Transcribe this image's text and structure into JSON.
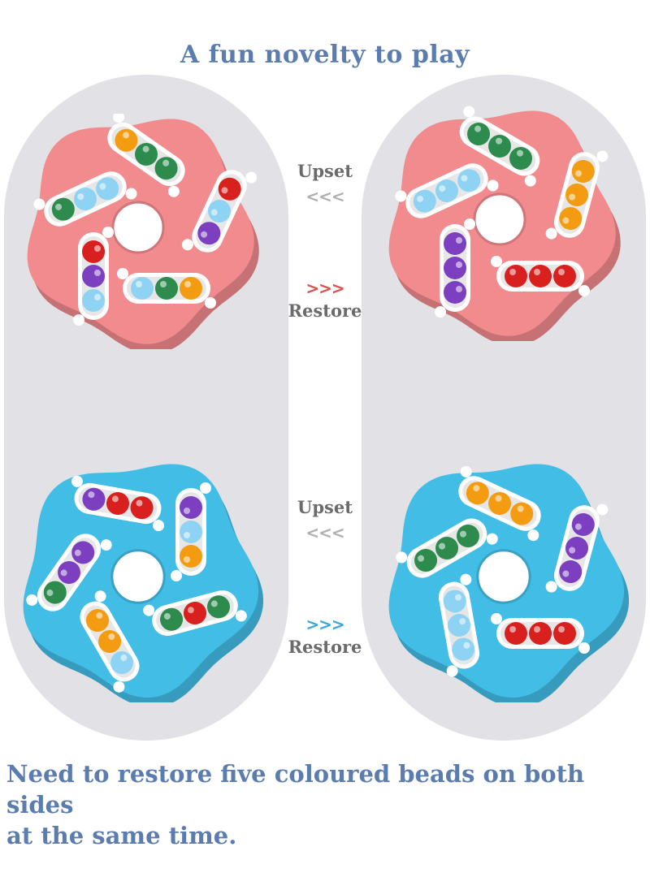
{
  "title": "A fun novelty to play",
  "top_pair": {
    "upset_label": "Upset",
    "upset_arrows": "<<<",
    "restore_arrows": ">>>",
    "restore_label": "Restore",
    "toy_color": "#f28b8e",
    "arrow_color_upset": "#b0b0b0",
    "arrow_color_restore": "#d9534f"
  },
  "bottom_pair": {
    "upset_label": "Upset",
    "upset_arrows": "<<<",
    "restore_arrows": ">>>",
    "restore_label": "Restore",
    "toy_color": "#42bde6",
    "arrow_color_upset": "#b0b0b0",
    "arrow_color_restore": "#3aa8d8"
  },
  "caption_line1": "Need to restore five coloured beads on both sides",
  "caption_line2": "at the same time."
}
